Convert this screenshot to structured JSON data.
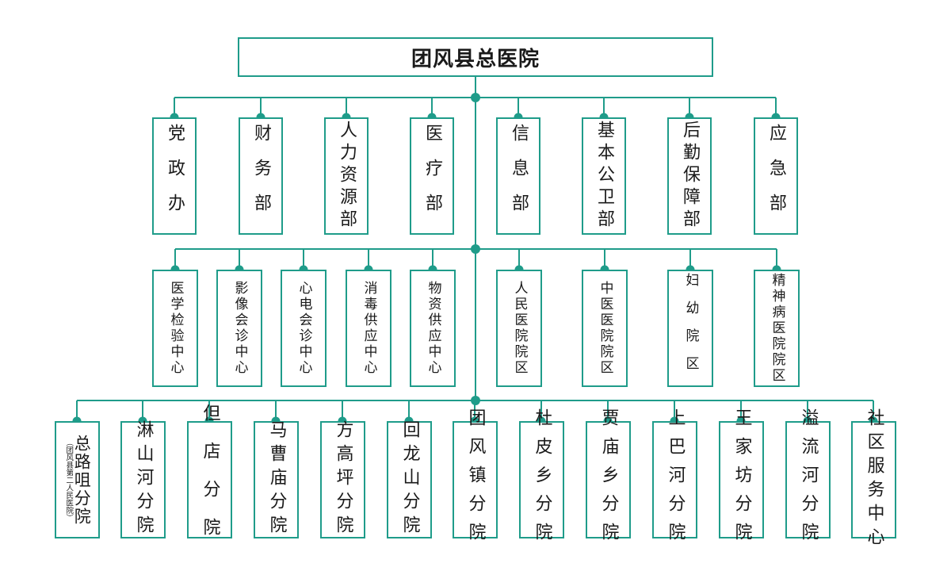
{
  "org_chart": {
    "title": "团风县总医院",
    "colors": {
      "line": "#1f9c8a",
      "border": "#1f9c8a",
      "text": "#1a1a1a"
    },
    "departments": [
      {
        "label": "党政办"
      },
      {
        "label": "财务部"
      },
      {
        "label": "人力资源部"
      },
      {
        "label": "医疗部"
      },
      {
        "label": "信息部"
      },
      {
        "label": "基本公卫部"
      },
      {
        "label": "后勤保障部"
      },
      {
        "label": "应急部"
      }
    ],
    "centers": [
      {
        "label": "医学检验中心"
      },
      {
        "label": "影像会诊中心"
      },
      {
        "label": "心电会诊中心"
      },
      {
        "label": "消毒供应中心"
      },
      {
        "label": "物资供应中心"
      },
      {
        "label": "人民医院院区"
      },
      {
        "label": "中医医院院区"
      },
      {
        "label": "妇幼院区"
      },
      {
        "label": "精神病医院院区"
      }
    ],
    "branches": [
      {
        "label": "总路咀分院",
        "note": "（团风县第二人民医院）"
      },
      {
        "label": "淋山河分院"
      },
      {
        "label": "但店分院"
      },
      {
        "label": "马曹庙分院"
      },
      {
        "label": "方高坪分院"
      },
      {
        "label": "回龙山分院"
      },
      {
        "label": "团风镇分院"
      },
      {
        "label": "杜皮乡分院"
      },
      {
        "label": "贾庙乡分院"
      },
      {
        "label": "上巴河分院"
      },
      {
        "label": "王家坊分院"
      },
      {
        "label": "溢流河分院"
      },
      {
        "label": "社区服务中心"
      }
    ]
  }
}
